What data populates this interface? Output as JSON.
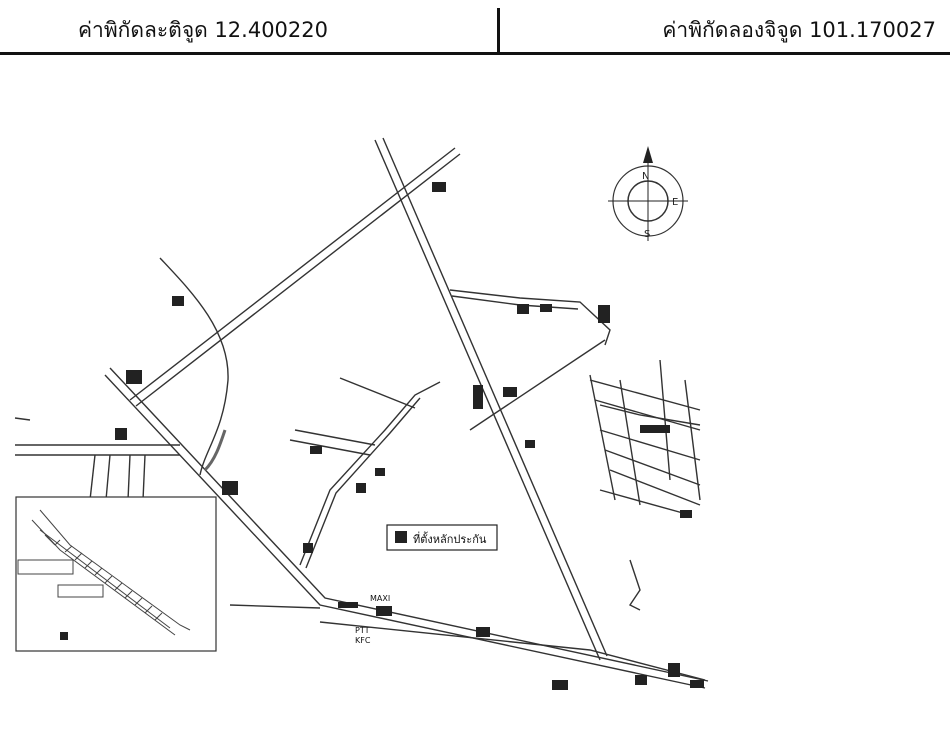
{
  "header": {
    "latitude": "ค่าพิกัดละติจูด 12.400220",
    "longitude": "ค่าพิกัดลองจิจูด 101.170027"
  },
  "legend": {
    "label": "ที่ตั้งหลักประกัน"
  },
  "compass": {
    "north": "N",
    "east": "E",
    "south": "S",
    "icon": "compass-rose-icon"
  },
  "map_labels": {
    "maxi": "MAXI",
    "ptt": "PTT",
    "kfc": "KFC"
  }
}
